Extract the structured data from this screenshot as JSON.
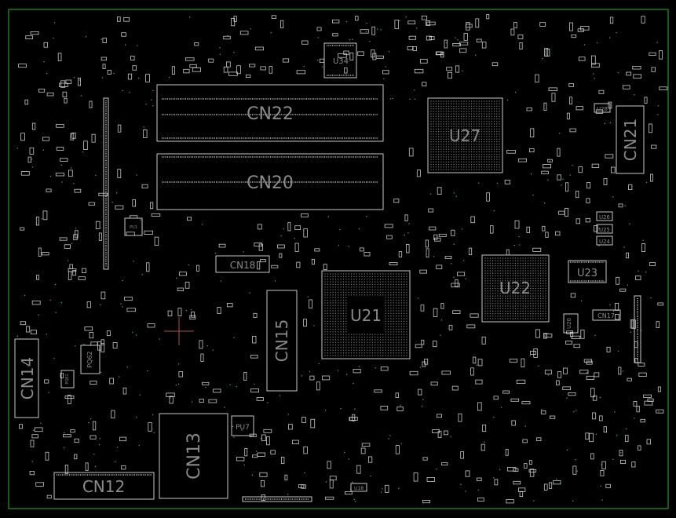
{
  "colors": {
    "background": "#000000",
    "outline": "#1e7a1e",
    "silkscreen": "#c8c8c8",
    "label": "#8a8a8a",
    "via": "#3aa0a0",
    "cursor": "#b05050"
  },
  "components": {
    "cn12": "CN12",
    "cn13": "CN13",
    "cn14": "CN14",
    "cn15": "CN15",
    "cn17": "CN17",
    "cn18": "CN18",
    "cn20": "CN20",
    "cn21": "CN21",
    "cn22": "CN22",
    "u21": "U21",
    "u22": "U22",
    "u23": "U23",
    "u24": "U24",
    "u25": "U25",
    "u26": "U26",
    "u27": "U27",
    "u28": "U28",
    "u34": "U34",
    "u20": "U20",
    "pq62": "PQ62",
    "pu7": "PU7",
    "pq61": "PQ61",
    "pu1": "PU1",
    "u18": "U18"
  }
}
